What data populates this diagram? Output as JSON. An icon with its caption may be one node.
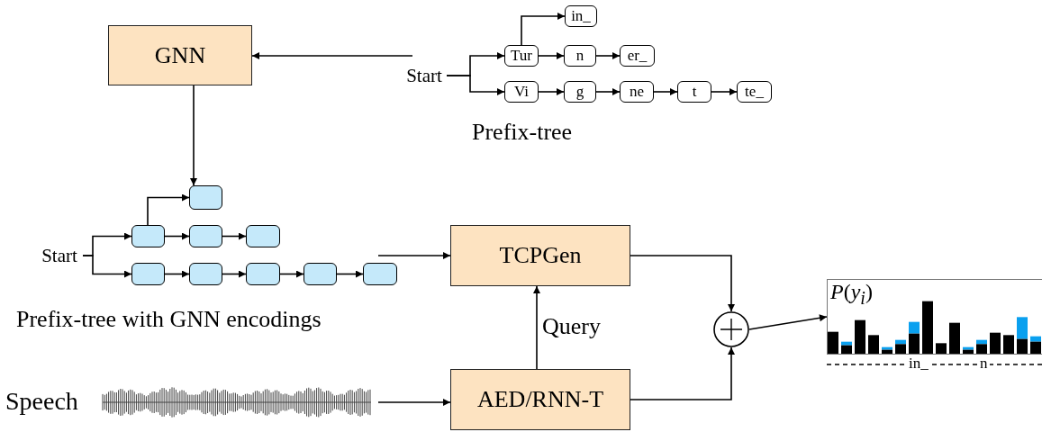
{
  "diagram": {
    "nodes": [
      {
        "text": [
          "GNN"
        ]
      },
      {
        "text": [
          "Start"
        ]
      },
      {
        "text": [
          "Tur"
        ]
      },
      {
        "text": [
          "in_"
        ]
      },
      {
        "text": [
          "n"
        ]
      },
      {
        "text": [
          "er_"
        ]
      },
      {
        "text": [
          "Vi"
        ]
      },
      {
        "text": [
          "g"
        ]
      },
      {
        "text": [
          "ne"
        ]
      },
      {
        "text": [
          "t"
        ]
      },
      {
        "text": [
          "te_"
        ]
      },
      {
        "text": [
          "Start"
        ]
      },
      {
        "text": [],
        "shape": "box"
      },
      {
        "text": [],
        "shape": "box"
      },
      {
        "text": [],
        "shape": "box"
      },
      {
        "text": [],
        "shape": "box"
      },
      {
        "text": [],
        "shape": "box"
      },
      {
        "text": [],
        "shape": "box"
      },
      {
        "text": [],
        "shape": "box"
      },
      {
        "text": [],
        "shape": "box"
      },
      {
        "text": [],
        "shape": "box"
      },
      {
        "text": [
          "TCPGen"
        ]
      },
      {
        "text": [],
        "shape": "circle"
      },
      {
        "text": [
          "*P*(*y*$_{i}$)"
        ],
        "beside": [
          "in_",
          "n"
        ]
      },
      {
        "text": [
          "AED/RNN-T"
        ]
      },
      {
        "text": [],
        "shape": "picture",
        "beside": [
          "Speech"
        ]
      }
    ],
    "edges": [
      {
        "from": 1,
        "to": 2,
        "arrow": "to"
      },
      {
        "from": 1,
        "to": 6,
        "arrow": "to"
      },
      {
        "from": 2,
        "to": 3,
        "arrow": "to"
      },
      {
        "from": 2,
        "to": 4,
        "arrow": "to"
      },
      {
        "from": 4,
        "to": 5,
        "arrow": "to"
      },
      {
        "from": 6,
        "to": 7,
        "arrow": "to"
      },
      {
        "from": 7,
        "to": 8,
        "arrow": "to"
      },
      {
        "from": 8,
        "to": 9,
        "arrow": "to"
      },
      {
        "from": 9,
        "to": 10,
        "arrow": "to"
      },
      {
        "from": 1,
        "to": 0,
        "arrow": "to"
      },
      {
        "from": 0,
        "to": 12,
        "arrow": "to"
      },
      {
        "from": 11,
        "to": 13,
        "arrow": "to"
      },
      {
        "from": 11,
        "to": 16,
        "arrow": "to"
      },
      {
        "from": 13,
        "to": 12,
        "arrow": "to"
      },
      {
        "from": 13,
        "to": 14,
        "arrow": "to"
      },
      {
        "from": 14,
        "to": 15,
        "arrow": "to"
      },
      {
        "from": 16,
        "to": 17,
        "arrow": "to"
      },
      {
        "from": 17,
        "to": 18,
        "arrow": "to"
      },
      {
        "from": 18,
        "to": 19,
        "arrow": "to"
      },
      {
        "from": 19,
        "to": 20,
        "arrow": "to"
      },
      {
        "from": 20,
        "to": 21,
        "arrow": "to"
      },
      {
        "from": 21,
        "to": 22,
        "arrow": "to"
      },
      {
        "from": 24,
        "to": 21,
        "arrow": "to",
        "label": "Query"
      },
      {
        "from": 24,
        "to": 22,
        "arrow": "to"
      },
      {
        "from": 22,
        "to": 23,
        "arrow": "to"
      },
      {
        "from": 25,
        "to": 24,
        "arrow": "to"
      }
    ],
    "labels": [
      "Prefix-tree",
      "Prefix-tree with GNN encodings"
    ]
  }
}
